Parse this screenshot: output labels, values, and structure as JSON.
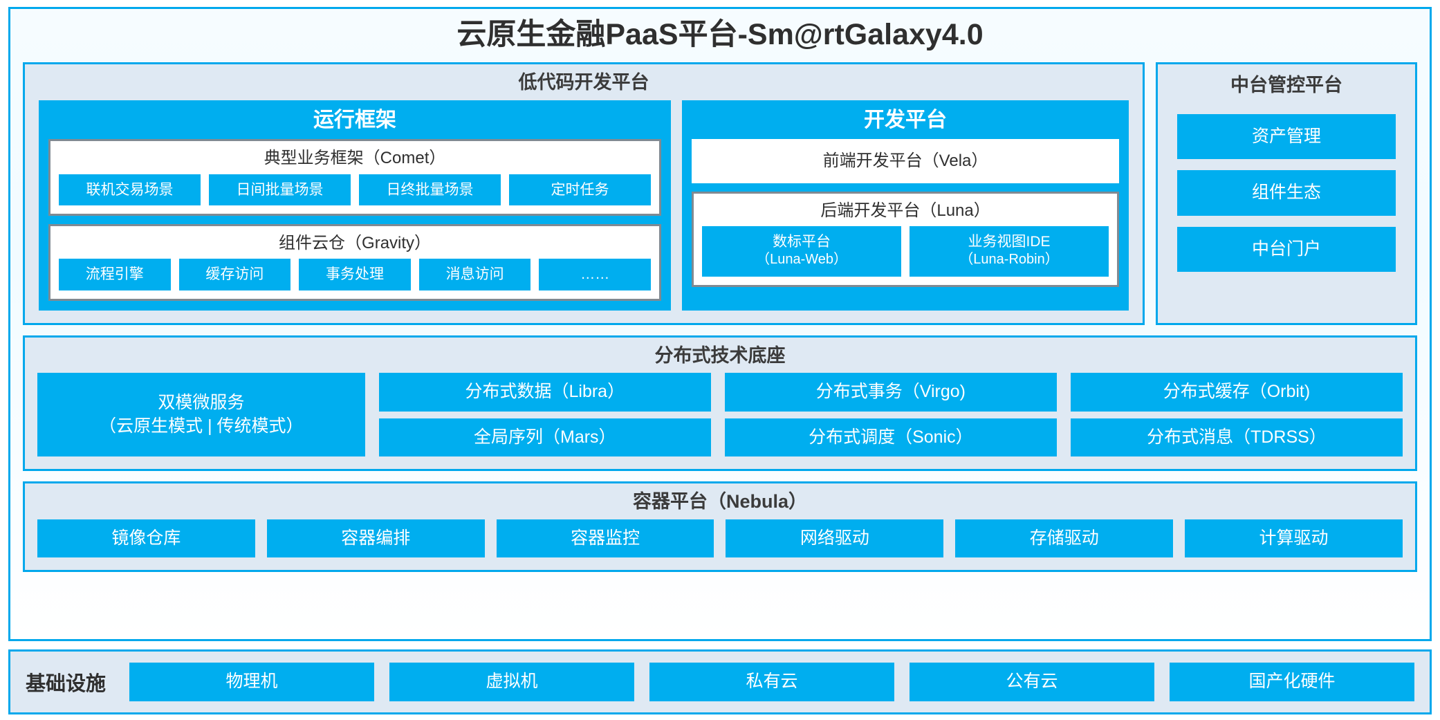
{
  "title": "云原生金融PaaS平台-Sm@rtGalaxy4.0",
  "colors": {
    "accent_blue": "#00aeef",
    "border_blue": "#00a8ec",
    "panel_bg": "#dfe9f3",
    "box_border_gray": "#808a92",
    "text_dark": "#2f2f2f"
  },
  "lowcode": {
    "title": "低代码开发平台",
    "runtime_framework": {
      "title": "运行框架",
      "comet": {
        "title": "典型业务框架（Comet）",
        "items": [
          "联机交易场景",
          "日间批量场景",
          "日终批量场景",
          "定时任务"
        ]
      },
      "gravity": {
        "title": "组件云仓（Gravity）",
        "items": [
          "流程引擎",
          "缓存访问",
          "事务处理",
          "消息访问",
          "……"
        ]
      }
    },
    "dev_platform": {
      "title": "开发平台",
      "frontend": "前端开发平台（Vela）",
      "backend": {
        "title": "后端开发平台（Luna）",
        "items": [
          {
            "name": "数标平台",
            "code": "（Luna-Web）"
          },
          {
            "name": "业务视图IDE",
            "code": "（Luna-Robin）"
          }
        ]
      }
    }
  },
  "management": {
    "title": "中台管控平台",
    "items": [
      "资产管理",
      "组件生态",
      "中台门户"
    ]
  },
  "distributed": {
    "title": "分布式技术底座",
    "microservice": {
      "name": "双模微服务",
      "modes": "（云原生模式 | 传统模式）"
    },
    "columns": [
      [
        "分布式数据（Libra）",
        "全局序列（Mars）"
      ],
      [
        "分布式事务（Virgo)",
        "分布式调度（Sonic）"
      ],
      [
        "分布式缓存（Orbit)",
        "分布式消息（TDRSS）"
      ]
    ]
  },
  "container_platform": {
    "title": "容器平台（Nebula）",
    "items": [
      "镜像仓库",
      "容器编排",
      "容器监控",
      "网络驱动",
      "存储驱动",
      "计算驱动"
    ]
  },
  "infrastructure": {
    "label": "基础设施",
    "items": [
      "物理机",
      "虚拟机",
      "私有云",
      "公有云",
      "国产化硬件"
    ]
  }
}
